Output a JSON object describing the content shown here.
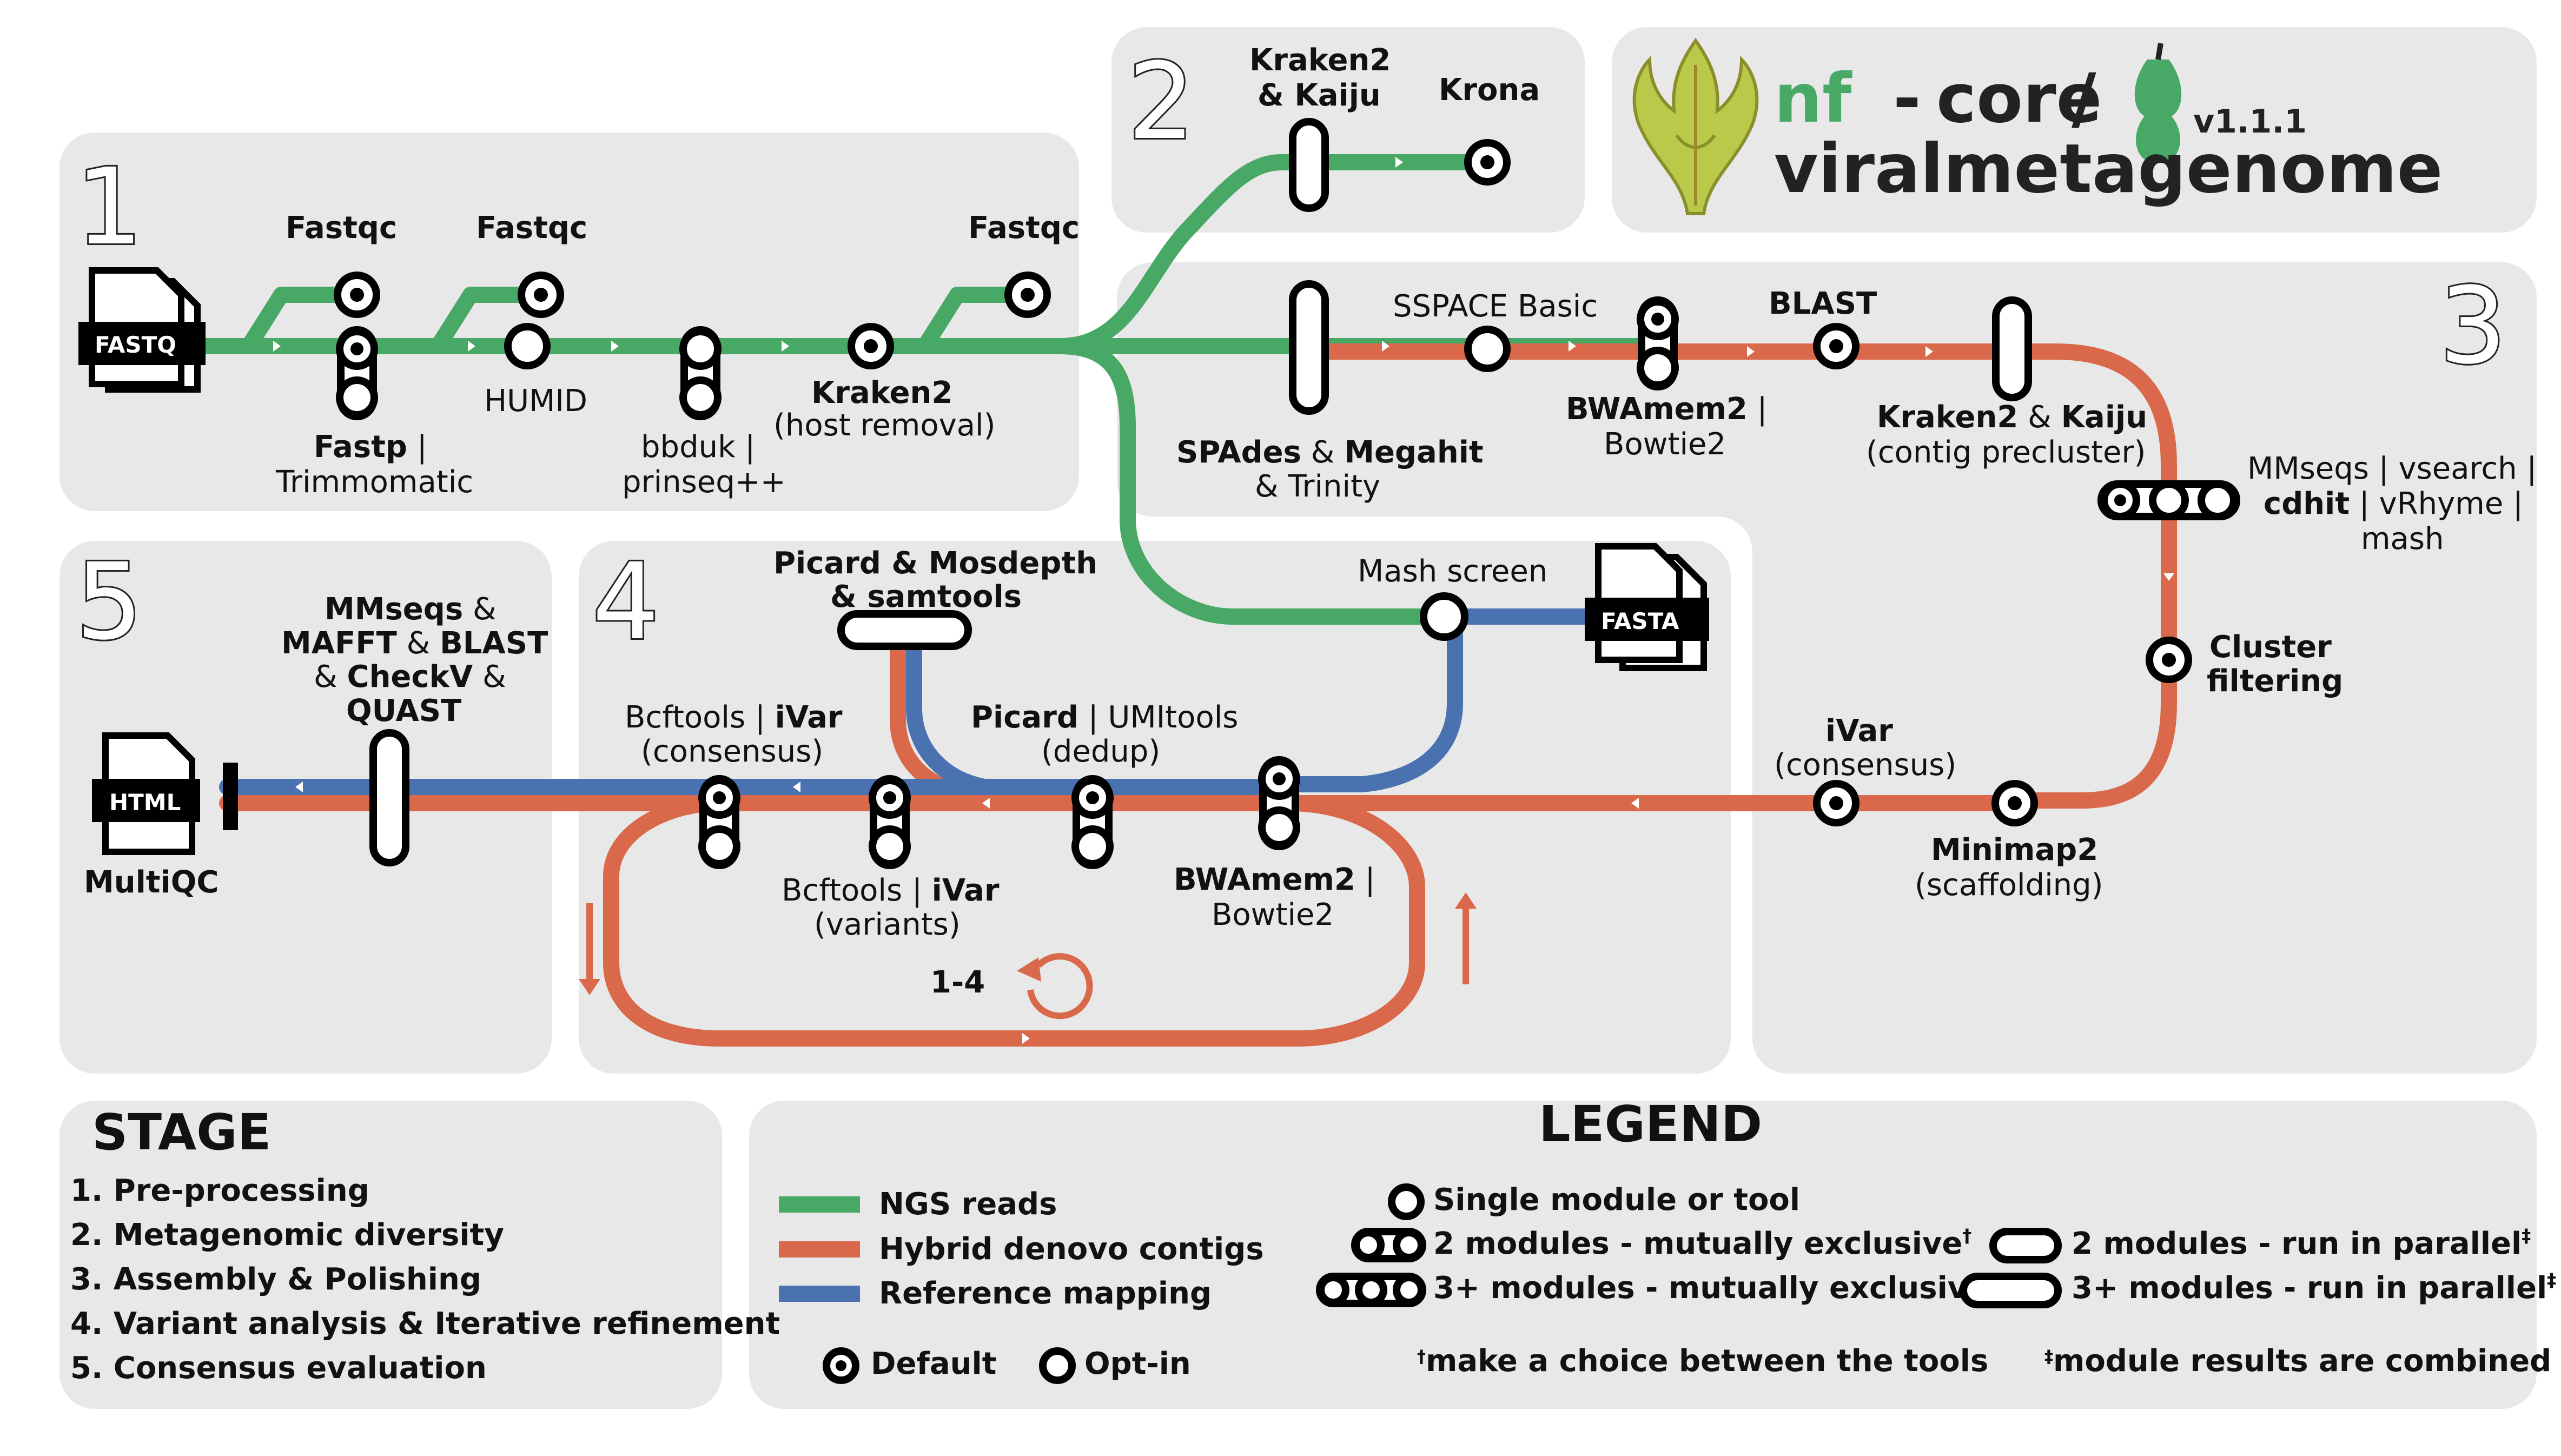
{
  "header": {
    "nf": "nf",
    "dash": "-",
    "core": "core",
    "slash": "/",
    "version": "v1.1.1",
    "pipeline": "viralmetagenome"
  },
  "stage_numbers": [
    "1",
    "2",
    "3",
    "4",
    "5"
  ],
  "files": {
    "fastq": "FASTQ",
    "fasta": "FASTA",
    "html": "HTML"
  },
  "stage1": {
    "fastqc_1": "Fastqc",
    "fastqc_2": "Fastqc",
    "fastqc_3": "Fastqc",
    "fastp": "Fastp",
    "fastp_sep": " |",
    "trimmomatic": "Trimmomatic",
    "humid": "HUMID",
    "bbduk": "bbduk |",
    "prinseq": "prinseq++",
    "kraken2": "Kraken2",
    "kraken2_sub": "(host removal)"
  },
  "stage2": {
    "kraken2": "Kraken2",
    "kaiju": "& Kaiju",
    "krona": "Krona"
  },
  "stage3": {
    "spades_1": "SPAdes",
    "spades_amp": " & ",
    "spades_2": "Megahit",
    "trinity": "& Trinity",
    "sspace": "SSPACE Basic",
    "bwamem2": "BWAmem2",
    "bwamem2_sep": " |",
    "bowtie2": "Bowtie2",
    "blast": "BLAST",
    "kraken2_1": "Kraken2",
    "kraken2_amp": " & ",
    "kraken2_2": "Kaiju",
    "kraken2_sub": "(contig precluster)",
    "mmseqs_line1": "MMseqs | vsearch |",
    "cdhit": "cdhit",
    "mmseqs_line2_rest": " | vRhyme |",
    "mash": "mash",
    "cluster_1": "Cluster",
    "cluster_2": "filtering",
    "ivar": "iVar",
    "ivar_sub": "(consensus)",
    "minimap2": "Minimap2",
    "minimap2_sub": "(scaffolding)"
  },
  "stage4": {
    "picard_mosdepth": "Picard & Mosdepth",
    "samtools": "& samtools",
    "mash_screen": "Mash screen",
    "bcftools_cons": "Bcftools",
    "bcftools_cons_sep": " | ",
    "ivar_cons": "iVar",
    "cons_sub": "(consensus)",
    "picard": "Picard",
    "picard_rest": " | UMItools",
    "dedup": "(dedup)",
    "bcftools_var": "Bcftools | ",
    "ivar_var": "iVar",
    "var_sub": "(variants)",
    "bwamem2": "BWAmem2",
    "bwamem2_sep": " |",
    "bowtie2": "Bowtie2",
    "loop": "1-4"
  },
  "stage5": {
    "mmseqs": "MMseqs",
    "amp1": " &",
    "mafft": "MAFFT",
    "amp2": " & ",
    "blast": "BLAST",
    "amp3": "& ",
    "checkv": "CheckV",
    "amp4": " &",
    "quast": "QUAST",
    "multiqc": "MultiQC"
  },
  "stages": {
    "heading": "STAGE",
    "items": [
      "1. Pre-processing",
      "2. Metagenomic diversity",
      "3. Assembly & Polishing",
      "4. Variant analysis & Iterative refinement",
      "5. Consensus evaluation"
    ]
  },
  "legend": {
    "heading": "LEGEND",
    "tracks": [
      {
        "label": "NGS reads",
        "color": "#48a865"
      },
      {
        "label": "Hybrid denovo contigs",
        "color": "#d9694a"
      },
      {
        "label": "Reference mapping",
        "color": "#4a72b0"
      }
    ],
    "default": "Default",
    "optin": "Opt-in",
    "single": "Single module or tool",
    "two_excl": "2 modules - mutually exclusive",
    "three_excl": "3+ modules - mutually exclusive",
    "two_par": "2 modules - run in parallel",
    "three_par": "3+ modules - run in parallel",
    "dagger": "†",
    "ddagger": "‡",
    "note_choice": "make a choice between the tools",
    "note_combined": "module results are combined"
  },
  "colors": {
    "green": "#48a865",
    "orange": "#d9694a",
    "blue": "#4a72b0",
    "panel": "#e8e8e8"
  }
}
